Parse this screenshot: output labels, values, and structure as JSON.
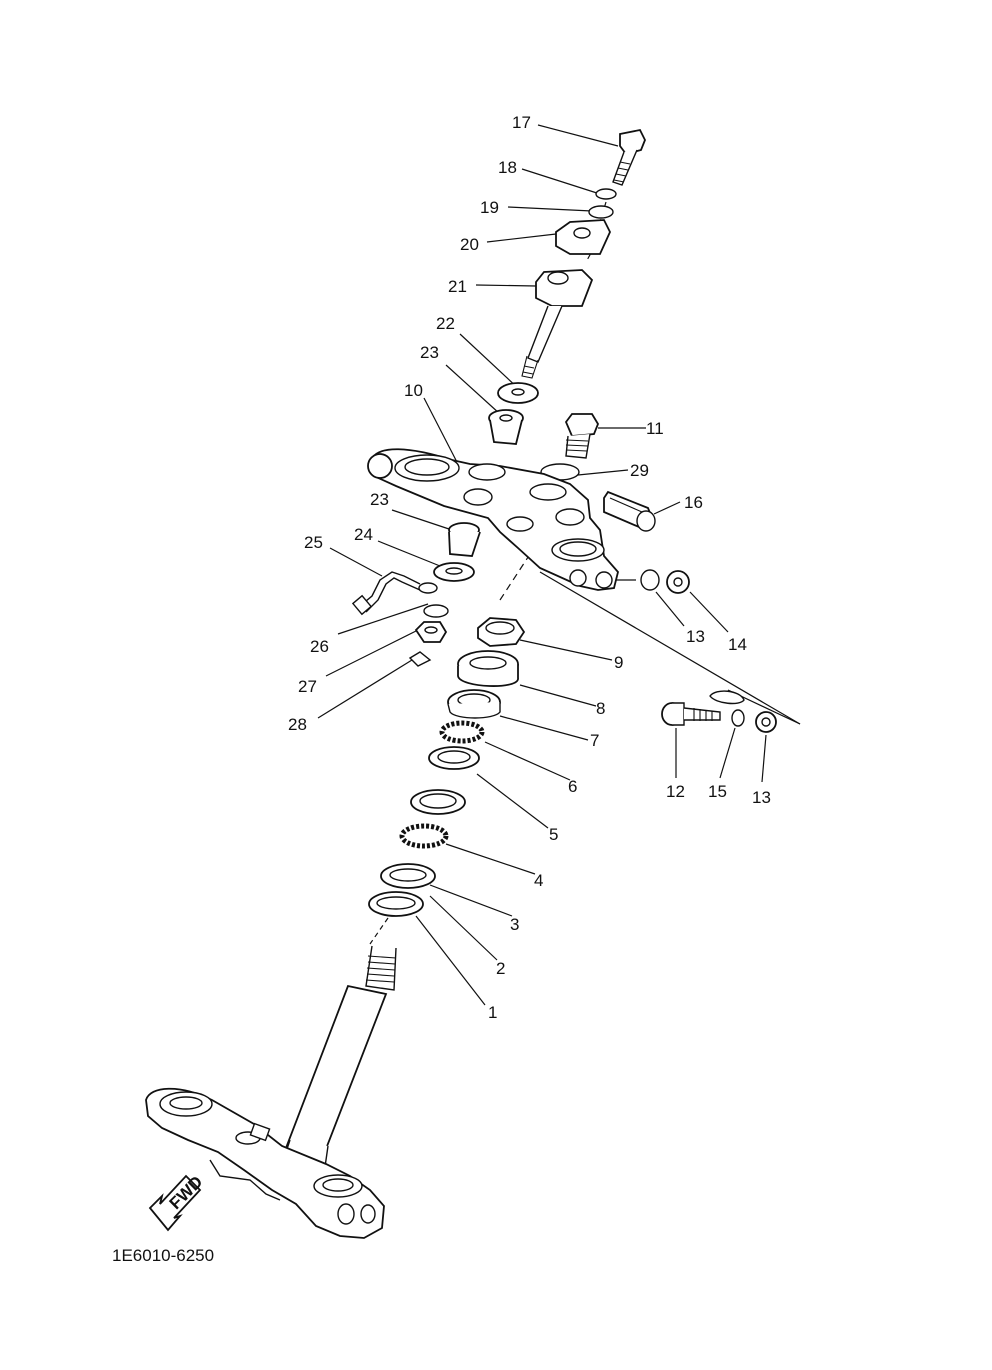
{
  "diagram": {
    "parts": [
      {
        "id": "p1",
        "num": "1"
      },
      {
        "id": "p2",
        "num": "2"
      },
      {
        "id": "p3",
        "num": "3"
      },
      {
        "id": "p4",
        "num": "4"
      },
      {
        "id": "p5",
        "num": "5"
      },
      {
        "id": "p6",
        "num": "6"
      },
      {
        "id": "p7",
        "num": "7"
      },
      {
        "id": "p8",
        "num": "8"
      },
      {
        "id": "p9",
        "num": "9"
      },
      {
        "id": "p10",
        "num": "10"
      },
      {
        "id": "p11",
        "num": "11"
      },
      {
        "id": "p12",
        "num": "12"
      },
      {
        "id": "p13a",
        "num": "13"
      },
      {
        "id": "p13b",
        "num": "13"
      },
      {
        "id": "p14",
        "num": "14"
      },
      {
        "id": "p15",
        "num": "15"
      },
      {
        "id": "p16",
        "num": "16"
      },
      {
        "id": "p17",
        "num": "17"
      },
      {
        "id": "p18",
        "num": "18"
      },
      {
        "id": "p19",
        "num": "19"
      },
      {
        "id": "p20",
        "num": "20"
      },
      {
        "id": "p21",
        "num": "21"
      },
      {
        "id": "p22",
        "num": "22"
      },
      {
        "id": "p23a",
        "num": "23"
      },
      {
        "id": "p23b",
        "num": "23"
      },
      {
        "id": "p24",
        "num": "24"
      },
      {
        "id": "p25",
        "num": "25"
      },
      {
        "id": "p26",
        "num": "26"
      },
      {
        "id": "p27",
        "num": "27"
      },
      {
        "id": "p28",
        "num": "28"
      },
      {
        "id": "p29",
        "num": "29"
      }
    ],
    "fwd_label": "FWD",
    "reference_code": "1E6010-6250"
  }
}
